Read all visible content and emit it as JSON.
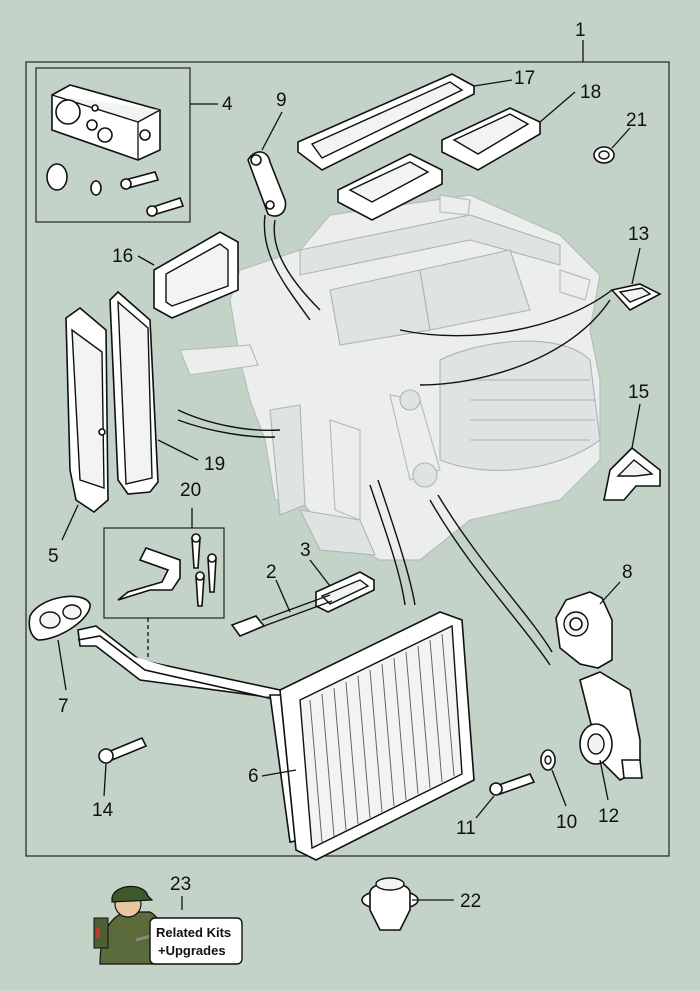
{
  "callouts": {
    "c1": "1",
    "c2": "2",
    "c3": "3",
    "c4": "4",
    "c5": "5",
    "c6": "6",
    "c7": "7",
    "c8": "8",
    "c9": "9",
    "c10": "10",
    "c11": "11",
    "c12": "12",
    "c13": "13",
    "c14": "14",
    "c15": "15",
    "c16": "16",
    "c17": "17",
    "c18": "18",
    "c19": "19",
    "c20": "20",
    "c21": "21",
    "c22": "22",
    "c23": "23"
  },
  "related_kits": {
    "line1": "Related Kits",
    "line2": "+Upgrades"
  },
  "colors": {
    "background": "#c3d3c8",
    "outline": "#111111",
    "ghost_housing": "#eceeee"
  },
  "icons": {
    "mascot": "mechanic-mascot-icon"
  }
}
